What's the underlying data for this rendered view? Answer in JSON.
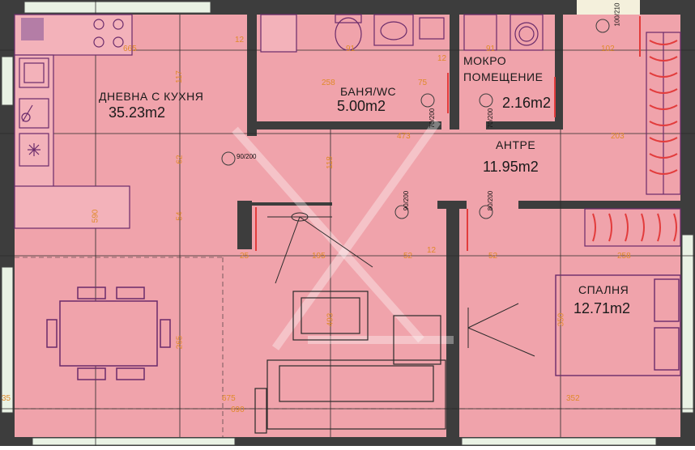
{
  "rooms": {
    "living": {
      "name": "ДНЕВНА С КУХНЯ",
      "area": "35.23m2"
    },
    "bath": {
      "name": "БАНЯ/WC",
      "area": "5.00m2"
    },
    "laundry": {
      "name_line1": "МОКРО",
      "name_line2": "ПОМЕЩЕНИЕ",
      "area": "2.16m2"
    },
    "hall": {
      "name": "АНТРЕ",
      "area": "11.95m2"
    },
    "bedroom": {
      "name": "СПАЛНЯ",
      "area": "12.71m2"
    }
  },
  "dimensions": {
    "top_kitchen": "665",
    "top_bath_left": "12",
    "top_bath_mid": "91",
    "bath_right": "12",
    "bath_inner": "258",
    "bath_small": "75",
    "laundry_dim": "91",
    "laundry_right": "102",
    "hall_dim1": "473",
    "hall_dim2": "203",
    "row2_left": "25",
    "row2_mid": "195",
    "row2_mid2": "52",
    "row2_small": "12",
    "row2_right": "52",
    "row2_far": "258",
    "bottom_left": "675",
    "bottom_left2": "690",
    "bottom_right": "352",
    "vert_left": "590",
    "vert_a": "117",
    "vert_b": "62",
    "vert_c": "54",
    "vert_d": "265",
    "vert_mid": "118",
    "vert_mid2": "493",
    "vert_bed": "350",
    "bottom_kitchen": "35"
  },
  "door_tags": [
    {
      "code": "90/200"
    },
    {
      "code": "70/200"
    },
    {
      "code": "70/200"
    },
    {
      "code": "90/200"
    },
    {
      "code": "80/200"
    },
    {
      "code": "100/210"
    }
  ],
  "colors": {
    "fill": "#f0a3ab",
    "wall": "#3d3d3d",
    "dim": "#e08a2a",
    "grid": "#2a2a2a",
    "accent": "#e23c3c",
    "fixture": "#6a2b6b"
  }
}
